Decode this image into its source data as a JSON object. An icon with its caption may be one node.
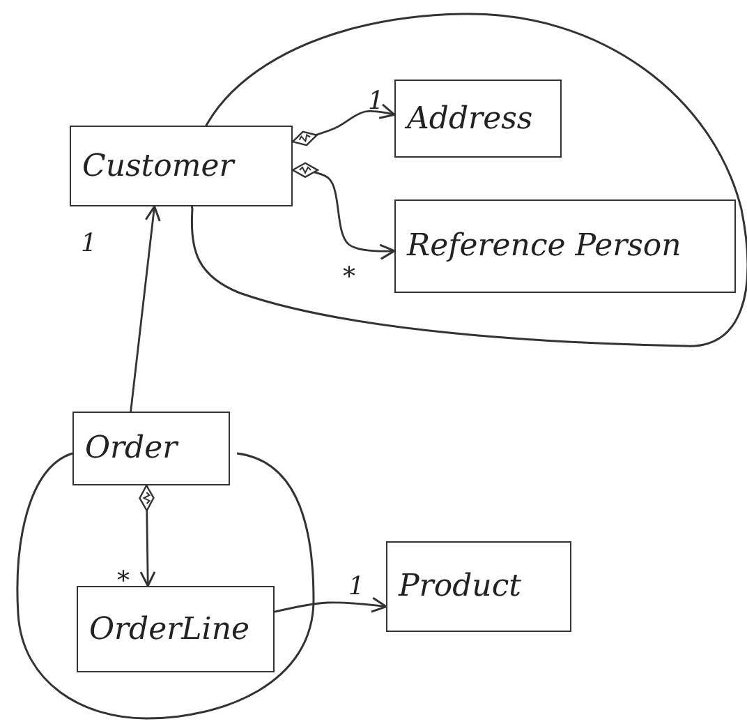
{
  "diagram": {
    "nodes": [
      {
        "text": [
          "Customer"
        ]
      },
      {
        "text": [],
        "shape": "cloud"
      },
      {
        "text": [
          "Address"
        ],
        "in": 1
      },
      {
        "text": [
          "Reference Person"
        ],
        "in": 1
      },
      {
        "text": [
          "Order"
        ]
      },
      {
        "text": [],
        "shape": "cloud"
      },
      {
        "text": [
          "OrderLine"
        ],
        "in": 5
      },
      {
        "text": [
          "Product"
        ]
      }
    ],
    "edges": [
      {
        "from": 0,
        "to": 2,
        "arrow": "to"
      },
      {
        "from": 0,
        "to": 3,
        "arrow": "to"
      },
      {
        "from": 4,
        "to": 0,
        "arrow": "to"
      },
      {
        "from": 4,
        "to": 6,
        "arrow": "to"
      },
      {
        "from": 6,
        "to": 7,
        "arrow": "to"
      }
    ],
    "labels": [
      "1",
      "1",
      "*",
      "*",
      "1"
    ]
  }
}
